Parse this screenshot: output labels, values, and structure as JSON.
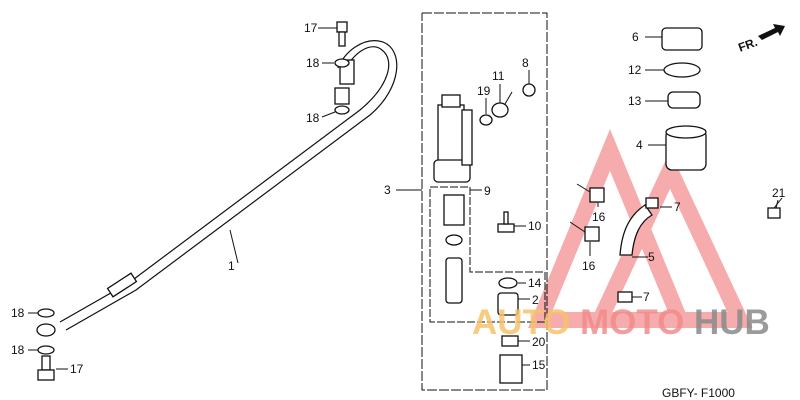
{
  "diagram": {
    "code": "GBFY- F1000",
    "direction_label": "FR.",
    "callouts": [
      "17",
      "18",
      "18",
      "1",
      "18",
      "18",
      "17",
      "3",
      "9",
      "10",
      "14",
      "2",
      "20",
      "15",
      "19",
      "11",
      "8",
      "6",
      "12",
      "13",
      "4",
      "16",
      "16",
      "7",
      "5",
      "7",
      "21"
    ]
  },
  "watermark": {
    "parts": [
      "AUTO",
      "MOTO",
      "HUB"
    ],
    "colors": {
      "auto": "#f7c36a",
      "moto": "#f28c8c",
      "hub": "#8a8a8a",
      "triangle": "#f06a6a"
    }
  }
}
